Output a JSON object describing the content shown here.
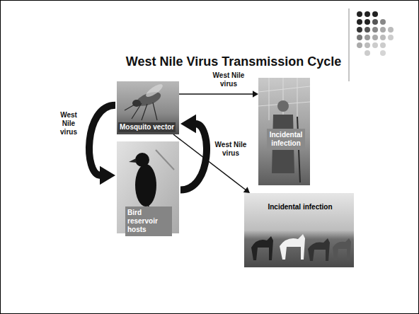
{
  "diagram": {
    "title": "West Nile Virus Transmission Cycle",
    "nodes": [
      {
        "text": [
          "Mosquito vector"
        ]
      },
      {
        "text": [
          "Bird reservoir hosts"
        ]
      },
      {
        "text": [
          "Incidental infection"
        ]
      },
      {
        "text": [
          "Incidental infection"
        ]
      }
    ],
    "edges": [
      {
        "from": 0,
        "to": 1,
        "label": "West Nile virus",
        "arrow": "to"
      },
      {
        "from": 1,
        "to": 0,
        "label": "West Nile virus",
        "arrow": "to"
      },
      {
        "from": 0,
        "to": 2,
        "label": "West Nile virus",
        "arrow": "to"
      },
      {
        "from": 0,
        "to": 3,
        "arrow": "to"
      }
    ]
  }
}
